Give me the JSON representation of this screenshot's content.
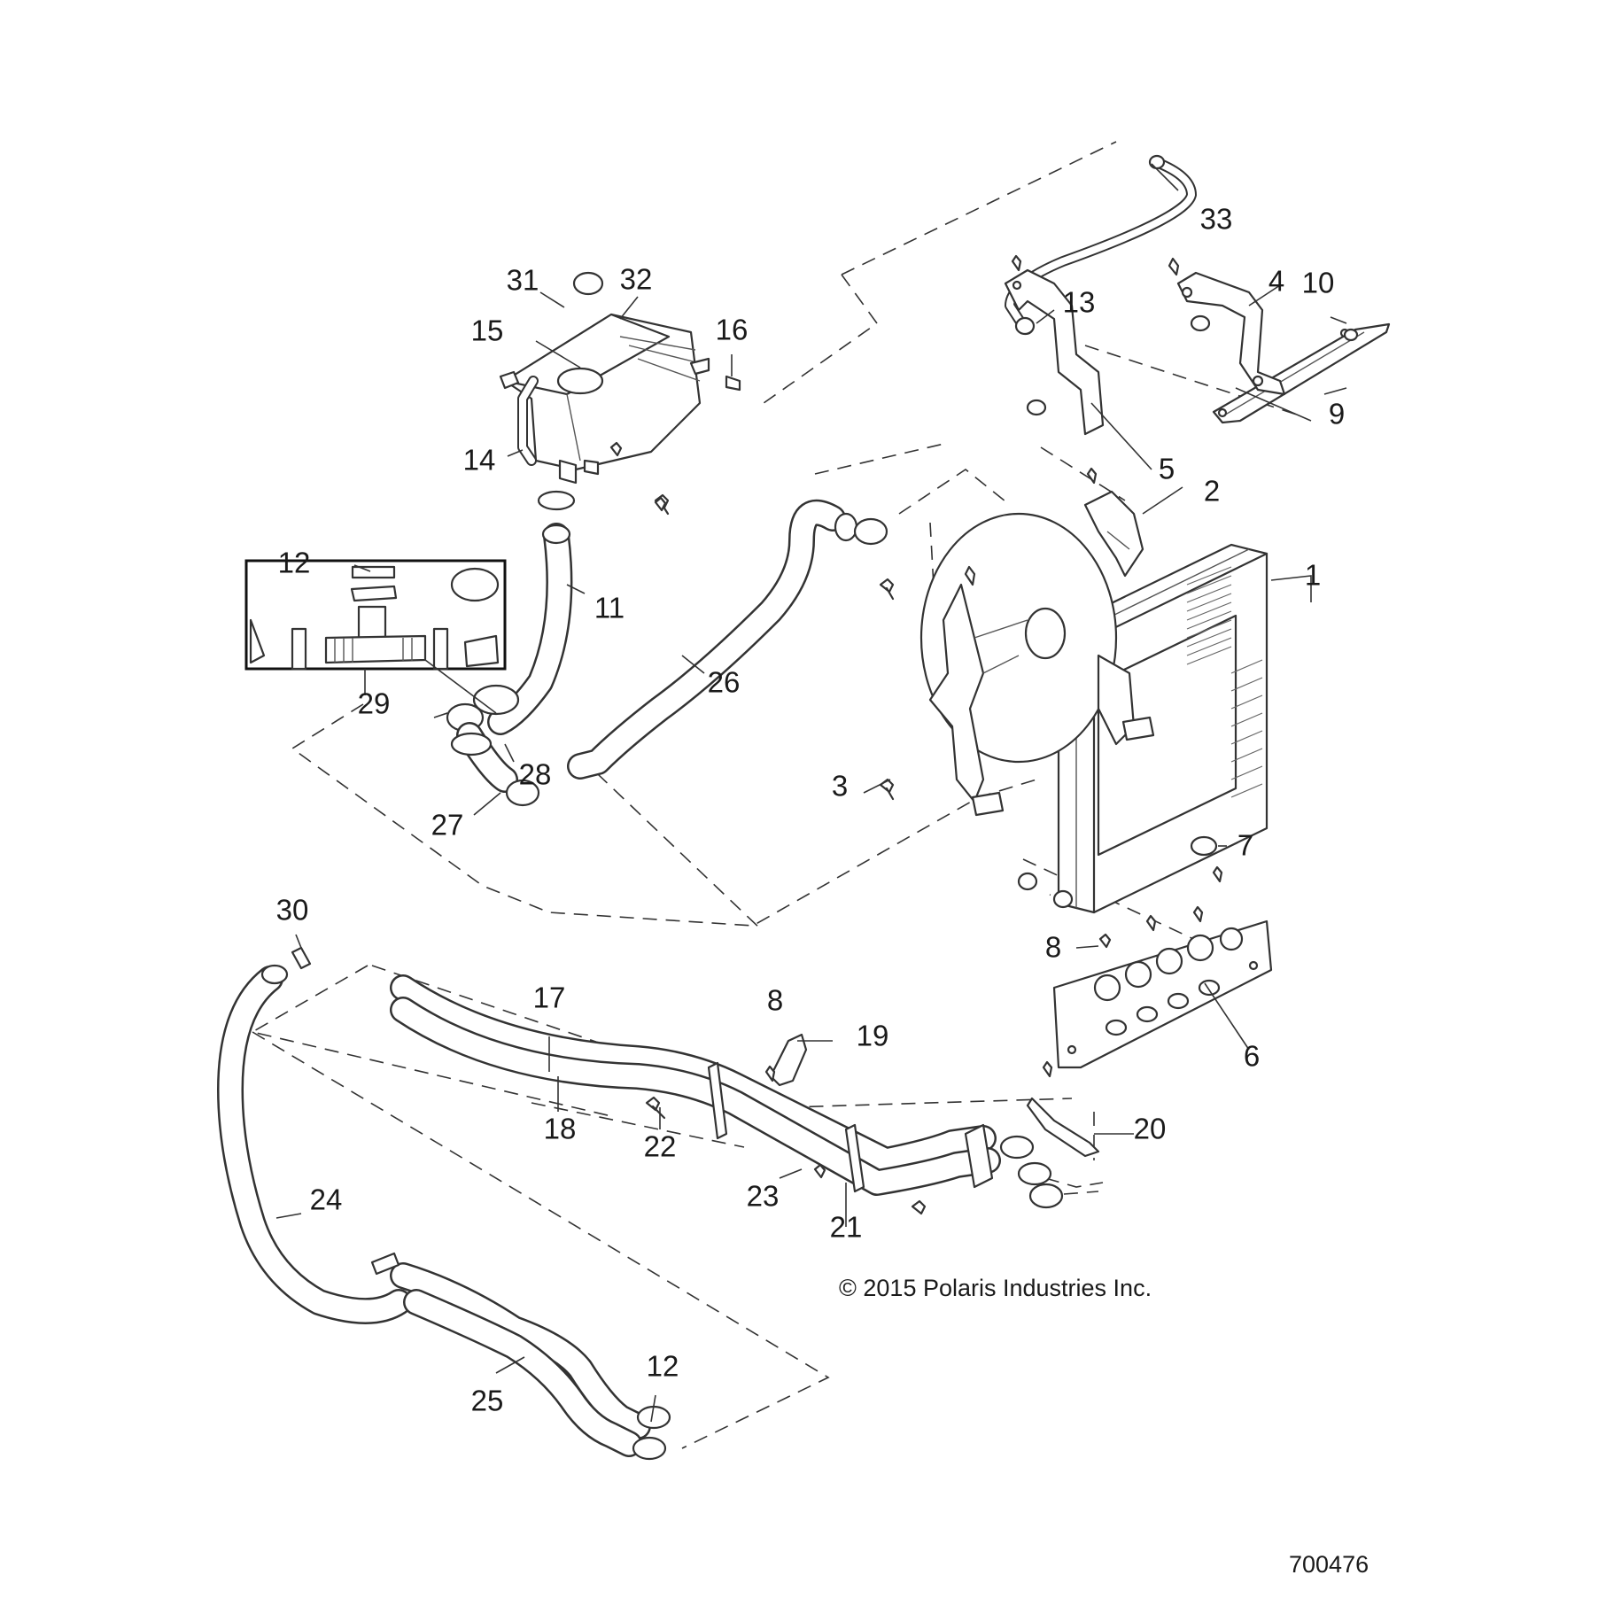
{
  "callouts": [
    {
      "id": "1",
      "text": "1"
    },
    {
      "id": "2",
      "text": "2"
    },
    {
      "id": "3",
      "text": "3"
    },
    {
      "id": "4",
      "text": "4"
    },
    {
      "id": "5",
      "text": "5"
    },
    {
      "id": "6",
      "text": "6"
    },
    {
      "id": "7",
      "text": "7"
    },
    {
      "id": "8a",
      "text": "8"
    },
    {
      "id": "8b",
      "text": "8"
    },
    {
      "id": "9",
      "text": "9"
    },
    {
      "id": "10",
      "text": "10"
    },
    {
      "id": "11",
      "text": "11"
    },
    {
      "id": "12a",
      "text": "12"
    },
    {
      "id": "12b",
      "text": "12"
    },
    {
      "id": "13",
      "text": "13"
    },
    {
      "id": "14",
      "text": "14"
    },
    {
      "id": "15",
      "text": "15"
    },
    {
      "id": "16",
      "text": "16"
    },
    {
      "id": "17",
      "text": "17"
    },
    {
      "id": "18",
      "text": "18"
    },
    {
      "id": "19",
      "text": "19"
    },
    {
      "id": "20",
      "text": "20"
    },
    {
      "id": "21",
      "text": "21"
    },
    {
      "id": "22",
      "text": "22"
    },
    {
      "id": "23",
      "text": "23"
    },
    {
      "id": "24",
      "text": "24"
    },
    {
      "id": "25",
      "text": "25"
    },
    {
      "id": "26",
      "text": "26"
    },
    {
      "id": "27",
      "text": "27"
    },
    {
      "id": "28",
      "text": "28"
    },
    {
      "id": "29",
      "text": "29"
    },
    {
      "id": "30",
      "text": "30"
    },
    {
      "id": "31",
      "text": "31"
    },
    {
      "id": "32",
      "text": "32"
    },
    {
      "id": "33",
      "text": "33"
    }
  ],
  "copyright": "© 2015 Polaris Industries Inc.",
  "drawing_number": "700476"
}
